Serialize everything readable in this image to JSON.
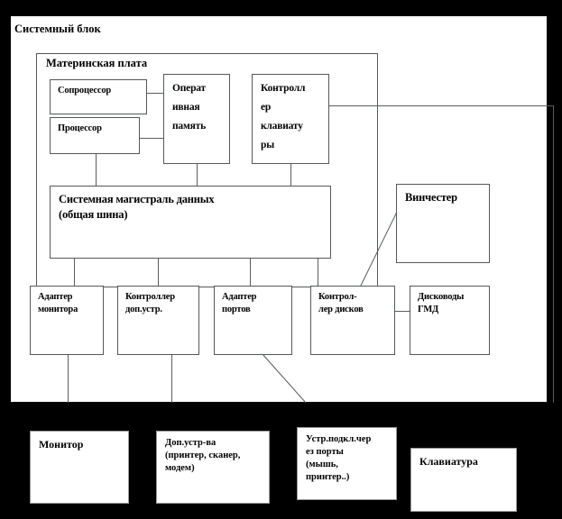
{
  "diagram": {
    "title": "Системный блок",
    "language": "ru",
    "containers": {
      "system_block": "Системный блок",
      "motherboard": "Материнская плата"
    },
    "nodes": {
      "coprocessor": "Сопроцессор",
      "ram": "Операт\nивная\nпамять",
      "keyboard_controller": "Контролл\nер\nклавиату\nры",
      "processor": "Процессор",
      "system_bus": "Системная магистраль данных\n(общая шина)",
      "winchester": "Винчестер",
      "monitor_adapter": "Адаптер\nмонитора",
      "aux_controller": "Контроллер\nдоп.устр.",
      "port_adapter": "Адаптер\nпортов",
      "disk_controller": "Контрол-\nлер дисков",
      "floppy_drives": "Дисководы\nГМД"
    },
    "peripherals": {
      "monitor": "Монитор",
      "aux_devices": "Доп.устр-ва\n(принтер, сканер,\nмодем)",
      "port_devices": "Устр.подкл.чер\nез порты\n(мышь,\nпринтер..)",
      "keyboard": "Клавиатура"
    },
    "colors": {
      "background": "#000000",
      "surface": "#ffffff",
      "stroke": "#55585a",
      "text": "#000000"
    }
  }
}
